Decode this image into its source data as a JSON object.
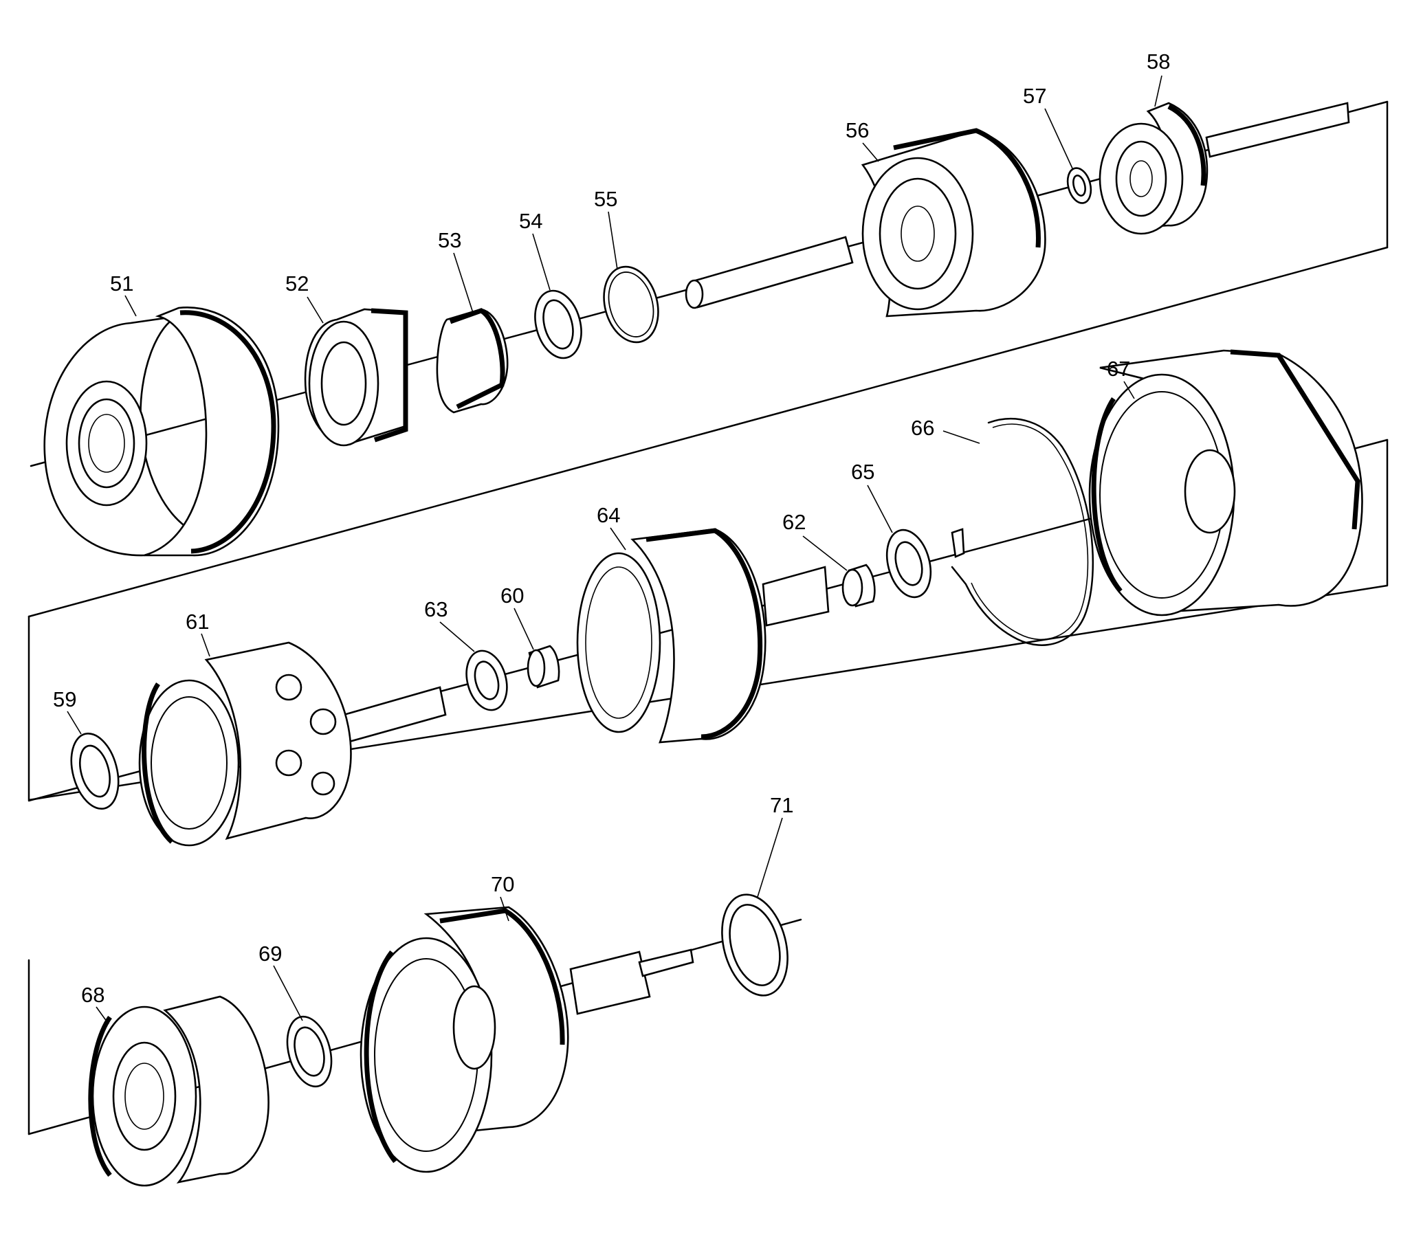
{
  "labels": {
    "p51": "51",
    "p52": "52",
    "p53": "53",
    "p54": "54",
    "p55": "55",
    "p56": "56",
    "p57": "57",
    "p58": "58",
    "p59": "59",
    "p60": "60",
    "p61": "61",
    "p62": "62",
    "p63": "63",
    "p64": "64",
    "p65": "65",
    "p66": "66",
    "p67": "67",
    "p68": "68",
    "p69": "69",
    "p70": "70",
    "p71": "71"
  },
  "colors": {
    "line": "#000000",
    "background": "#ffffff"
  }
}
